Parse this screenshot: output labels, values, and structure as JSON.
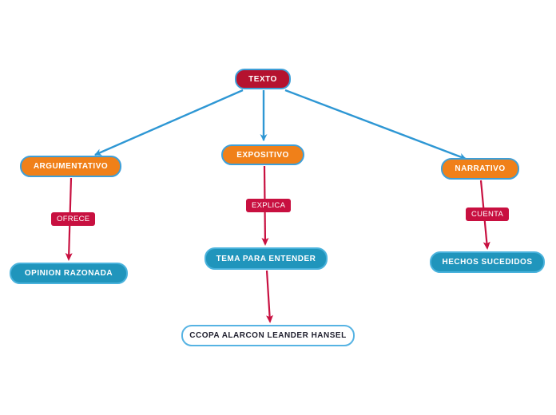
{
  "diagram": {
    "nodes": {
      "texto": "TEXTO",
      "argumentativo": "ARGUMENTATIVO",
      "expositivo": "EXPOSITIVO",
      "narrativo": "NARRATIVO",
      "opinion_razonada": "OPINION RAZONADA",
      "tema_para_entender": "TEMA PARA ENTENDER",
      "hechos_sucedidos": "HECHOS SUCEDIDOS",
      "autor": "CCOPA ALARCON LEANDER HANSEL"
    },
    "edge_labels": {
      "ofrece": "OFRECE",
      "explica": "EXPLICA",
      "cuenta": "CUENTA"
    },
    "colors": {
      "root_fill": "#B5122F",
      "branch_fill": "#F08019",
      "leaf_fill": "#2095BC",
      "edge_blue": "#2E97D4",
      "edge_red": "#C81040",
      "node_outline_blue": "#3E9FD8",
      "plain_node_border": "#56B3E3",
      "background": "#ffffff"
    }
  }
}
